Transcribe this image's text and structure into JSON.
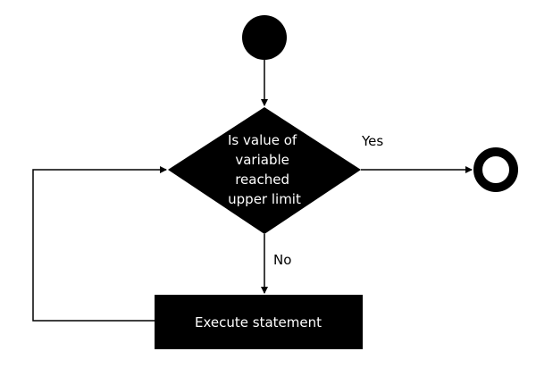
{
  "decision": {
    "lines": [
      "Is value of",
      "variable",
      "reached",
      "upper limit"
    ]
  },
  "process": {
    "label": "Execute statement"
  },
  "edges": {
    "yes_label": "Yes",
    "no_label": "No"
  },
  "colors": {
    "shape_fill": "#000000",
    "text_on_shape": "#ffffff",
    "background": "#ffffff",
    "connector": "#000000"
  }
}
